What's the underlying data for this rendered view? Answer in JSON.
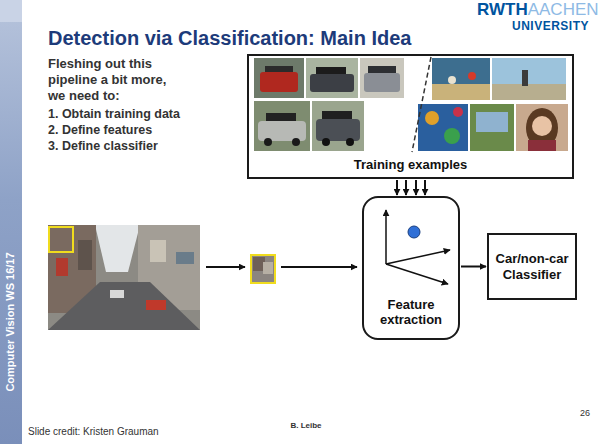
{
  "diagram": {
    "title": "Detection via Classification: Main Idea",
    "nodes": [
      {
        "text": [
          "Training examples"
        ]
      },
      {
        "text": [
          "Feature extraction"
        ]
      },
      {
        "text": [
          "Car/non-car Classifier"
        ]
      }
    ],
    "edges": [
      {
        "from": 0,
        "to": 1,
        "arrow": "to"
      },
      {
        "from": 0,
        "to": 1,
        "arrow": "to"
      },
      {
        "from": 0,
        "to": 1,
        "arrow": "to"
      },
      {
        "from": 0,
        "to": 1,
        "arrow": "to"
      },
      {
        "from": 1,
        "to": 2,
        "arrow": "to"
      }
    ],
    "labels": [
      "RWTH",
      "AACHEN",
      "UNIVERSITY",
      "Fleshing out this pipeline a bit more, we need to:",
      "1. Obtain training data",
      "2. Define features",
      "3. Define classifier",
      "Computer Vision WS 16/17",
      "Slide credit: Kristen Grauman",
      "B. Leibe",
      "26"
    ]
  }
}
